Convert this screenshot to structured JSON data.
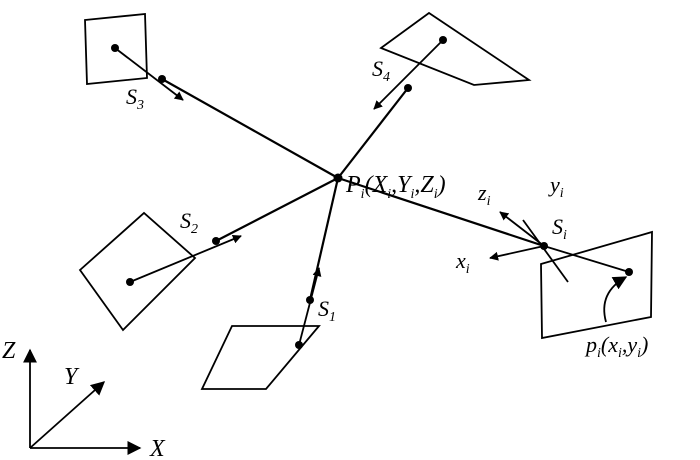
{
  "diagram": {
    "point": {
      "P": "P",
      "P_sub": "i",
      "open": "(",
      "X": "X",
      "X_sub": "i",
      "c1": ",",
      "Y": "Y",
      "Y_sub": "i",
      "c2": ",",
      "Z": "Z",
      "Z_sub": "i",
      "close": ")"
    },
    "cameras": [
      {
        "S": "S",
        "sub": "1"
      },
      {
        "S": "S",
        "sub": "2"
      },
      {
        "S": "S",
        "sub": "3"
      },
      {
        "S": "S",
        "sub": "4"
      },
      {
        "S": "S",
        "sub": "i"
      }
    ],
    "camera_axes": {
      "x": "x",
      "x_sub": "i",
      "y": "y",
      "y_sub": "i",
      "z": "z",
      "z_sub": "i"
    },
    "image_point": {
      "p": "p",
      "p_sub": "i",
      "open": "(",
      "x": "x",
      "x_sub": "i",
      "comma": ",",
      "y": "y",
      "y_sub": "i",
      "close": ")"
    },
    "world_axes": {
      "X": "X",
      "Y": "Y",
      "Z": "Z"
    }
  },
  "colors": {
    "ink": "#000000",
    "background": "#ffffff"
  }
}
